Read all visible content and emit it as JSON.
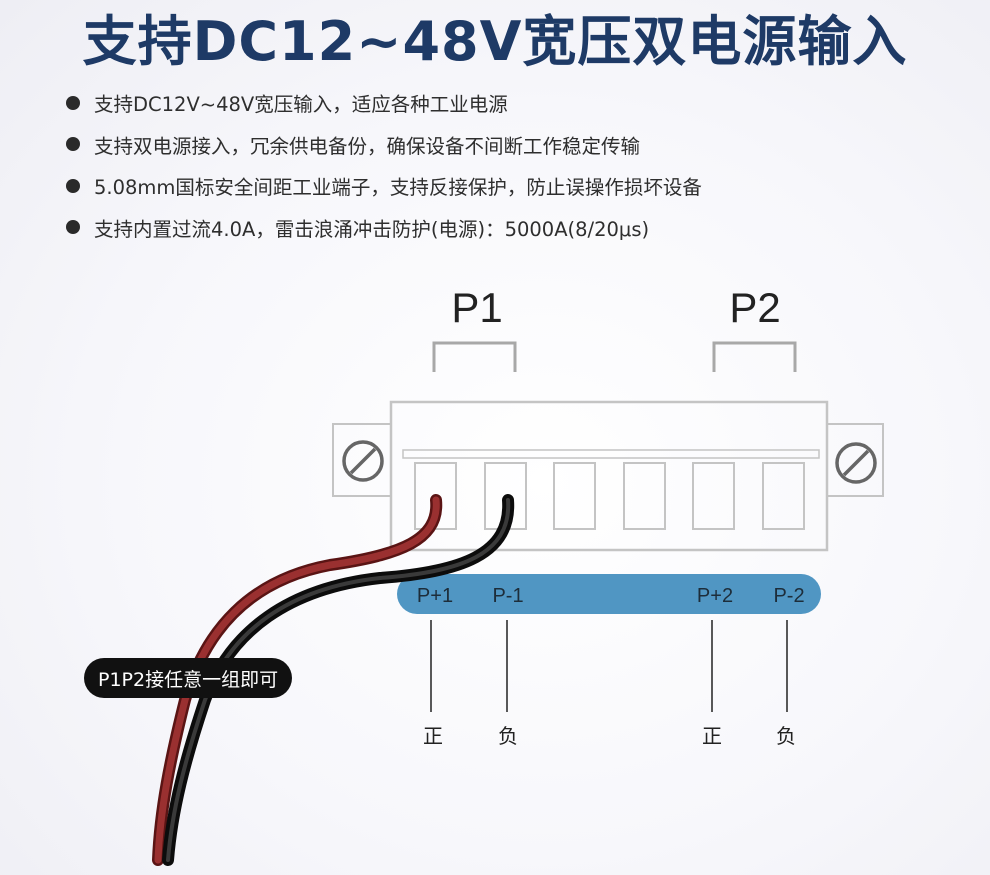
{
  "title": "支持DC12~48V宽压双电源输入",
  "bullets": [
    "支持DC12V~48V宽压输入，适应各种工业电源",
    "支持双电源接入，冗余供电备份，确保设备不间断工作稳定传输",
    "5.08mm国标安全间距工业端子，支持反接保护，防止误操作损坏设备",
    "支持内置过流4.0A，雷击浪涌冲击防护(电源)：5000A(8/20μs)"
  ],
  "diagram": {
    "groups": [
      "P1",
      "P2"
    ],
    "pins": [
      "P+1",
      "P-1",
      "P+2",
      "P-2"
    ],
    "polarity": [
      "正",
      "负",
      "正",
      "负"
    ],
    "note": "P1P2接任意一组即可"
  },
  "colors": {
    "title": "#1e3a66",
    "pin_bar": "#5096c3",
    "wire_red": "#8a2a2a",
    "wire_black": "#1a1a1a",
    "outline": "#bdbdbd"
  }
}
